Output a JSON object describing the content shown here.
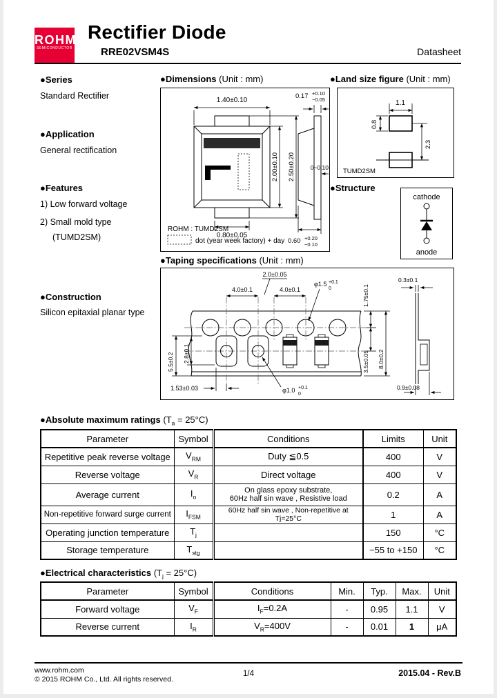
{
  "header": {
    "logo_line1": "ROHM",
    "logo_line2": "SEMICONDUCTOR",
    "logo_color": "#e60033",
    "title": "Rectifier Diode",
    "part_number": "RRE02VSM4S",
    "doc_type": "Datasheet"
  },
  "left": {
    "series_heading": "●Series",
    "series_body": "Standard Rectifier",
    "application_heading": "●Application",
    "application_body": "General rectification",
    "features_heading": "●Features",
    "features": [
      "1)  Low forward voltage",
      "2)  Small mold type",
      "(TUMD2SM)"
    ],
    "construction_heading": "●Construction",
    "construction_body": "Silicon epitaxial planar type"
  },
  "dimensions": {
    "heading": "●Dimensions",
    "unit": "(Unit : mm)",
    "d_width": "1.40±0.10",
    "d_lead_t": "0.17",
    "d_lead_t_p": "+0.10",
    "d_lead_t_m": "−0.05",
    "d_body_h": "2.00±0.10",
    "d_total_h": "2.50±0.20",
    "d_standoff": "0~0.10",
    "d_tab_w": "0.80±0.05",
    "d_lead_l": "0.60",
    "d_lead_l_p": "+0.20",
    "d_lead_l_m": "−0.10",
    "note_pkg": "ROHM : TUMD2SM",
    "note_dot": "dot (year week factory) + day"
  },
  "land": {
    "heading": "●Land size figure",
    "unit": "(Unit : mm)",
    "w": "1.1",
    "h": "0.8",
    "p": "2.3",
    "pkg": "TUMD2SM"
  },
  "structure": {
    "heading": "●Structure",
    "top": "cathode",
    "bottom": "anode"
  },
  "taping": {
    "heading": "●Taping specifications",
    "unit": "(Unit : mm)",
    "hole_offset": "2.0±0.05",
    "pitch1": "4.0±0.1",
    "pitch2": "4.0±0.1",
    "sprocket": "φ1.5",
    "sprocket_p": "+0.1",
    "sprocket_m": "0",
    "edge": "1.75±0.1",
    "center": "3.5±0.05",
    "width": "8.0±0.2",
    "left_w": "5.5±0.2",
    "pocket_l": "2.8±0.1",
    "pocket_off": "1.53±0.03",
    "hole": "φ1.0",
    "hole_p": "+0.1",
    "hole_m": "0",
    "thickness": "0.3±0.1",
    "emboss": "0.9±0.08"
  },
  "abs_max": {
    "heading": "●Absolute maximum ratings",
    "cond_pre": "(T",
    "cond_sub": "a",
    "cond_post": " = 25°C)",
    "headers": [
      "Parameter",
      "Symbol",
      "Conditions",
      "Limits",
      "Unit"
    ],
    "rows": [
      {
        "param": "Repetitive peak reverse voltage",
        "sym": "V",
        "sub": "RM",
        "cond": "Duty ≦0.5",
        "cond2": "",
        "limits": "400",
        "unit": "V"
      },
      {
        "param": "Reverse voltage",
        "sym": "V",
        "sub": "R",
        "cond": "Direct voltage",
        "cond2": "",
        "limits": "400",
        "unit": "V"
      },
      {
        "param": "Average current",
        "sym": "I",
        "sub": "o",
        "cond": "On glass epoxy substrate,",
        "cond2": "60Hz half sin wave , Resistive load",
        "limits": "0.2",
        "unit": "A"
      },
      {
        "param": "Non-repetitive forward surge current",
        "sym": "I",
        "sub": "FSM",
        "cond": "60Hz half sin wave , Non-repetitive at Tj=25°C",
        "cond2": "",
        "limits": "1",
        "unit": "A"
      },
      {
        "param": "Operating junction temperature",
        "sym": "T",
        "sub": "j",
        "cond": "",
        "cond2": "",
        "limits": "150",
        "unit": "°C"
      },
      {
        "param": "Storage temperature",
        "sym": "T",
        "sub": "stg",
        "cond": "",
        "cond2": "",
        "limits": "−55 to +150",
        "unit": "°C"
      }
    ]
  },
  "elec": {
    "heading": "●Electrical characteristics",
    "cond_pre": "(T",
    "cond_sub": "j",
    "cond_post": " = 25°C)",
    "headers": [
      "Parameter",
      "Symbol",
      "Conditions",
      "Min.",
      "Typ.",
      "Max.",
      "Unit"
    ],
    "rows": [
      {
        "param": "Forward voltage",
        "sym": "V",
        "sub": "F",
        "cbase": "I",
        "csub": "F",
        "crest": "=0.2A",
        "min": "-",
        "typ": "0.95",
        "max": "1.1",
        "unit": "V"
      },
      {
        "param": "Reverse current",
        "sym": "I",
        "sub": "R",
        "cbase": "V",
        "csub": "R",
        "crest": "=400V",
        "min": "-",
        "typ": "0.01",
        "max": "1",
        "unit": "μA"
      }
    ]
  },
  "footer": {
    "url": "www.rohm.com",
    "copyright": "© 2015  ROHM Co., Ltd. All rights reserved.",
    "page": "1/4",
    "rev": "2015.04 - Rev.B"
  }
}
